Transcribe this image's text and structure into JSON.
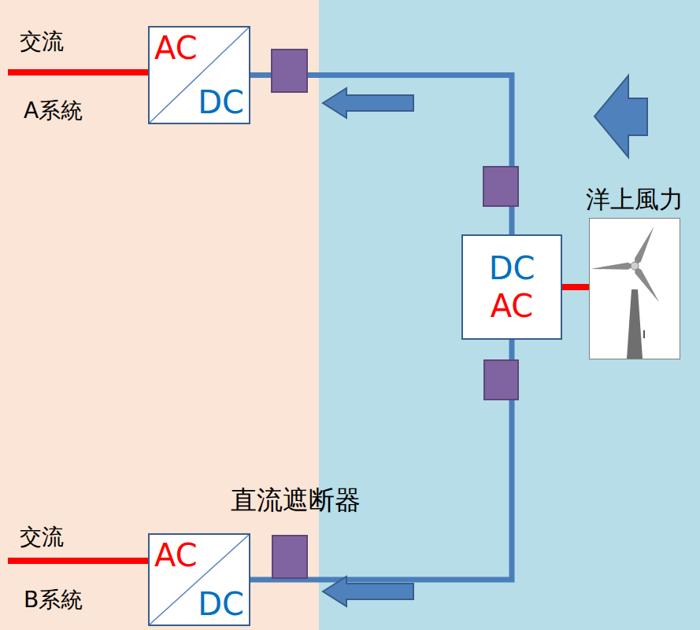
{
  "diagram": {
    "nodes": [
      {
        "text": [
          "AC",
          "DC"
        ]
      },
      {
        "text": [
          "洋上風力"
        ]
      },
      {
        "text": [
          "DC",
          "AC"
        ]
      },
      {
        "text": [
          "AC",
          "DC"
        ]
      }
    ],
    "edges": [
      {
        "from": 2,
        "to": 0,
        "arrow": "none"
      },
      {
        "from": 2,
        "to": 3,
        "arrow": "none"
      },
      {
        "from": 1,
        "to": 2,
        "arrow": "none"
      }
    ],
    "labels": [
      "交流",
      "A系統",
      "交流",
      "B系統",
      "直流遮断器"
    ]
  }
}
